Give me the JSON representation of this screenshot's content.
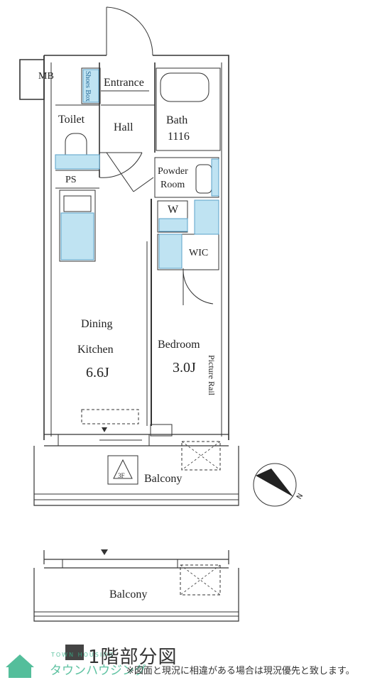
{
  "plan": {
    "rooms": {
      "mb": "MB",
      "shoe_box": "Shoes Box",
      "entrance": "Entrance",
      "bath": "Bath",
      "bath_size": "1116",
      "toilet": "Toilet",
      "hall": "Hall",
      "powder_room_1": "Powder",
      "powder_room_2": "Room",
      "ps": "PS",
      "w": "W",
      "wic": "WIC",
      "dining_1": "Dining",
      "dining_2": "Kitchen",
      "dining_size": "6.6J",
      "bedroom": "Bedroom",
      "bedroom_size": "3.0J",
      "picture_rail": "Picture Rail",
      "balcony_upper": "Balcony",
      "floor_marker": "3F",
      "balcony_lower": "Balcony",
      "compass_n": "N"
    },
    "footer": {
      "title": "1階部分図",
      "note": "※図面と現況に相違がある場合は現況優先と致します。",
      "brand": "タウンハウジング",
      "brand_small": "TOWN HOUSING"
    },
    "colors": {
      "line": "#333333",
      "fixture_blue": "#bfe3f2",
      "fixture_edge": "#5aa0c8",
      "brand": "#36b38a"
    }
  }
}
